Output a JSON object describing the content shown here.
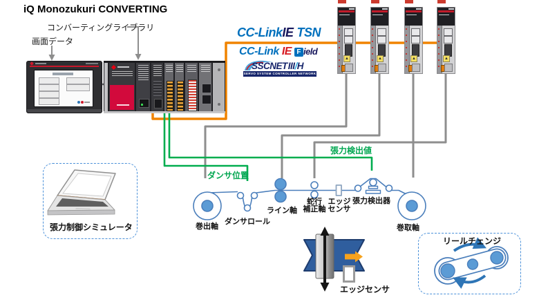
{
  "title": "iQ Monozukuri CONVERTING",
  "callouts": {
    "library": "コンバーティングライブラリ",
    "screen_data": "画面データ"
  },
  "networks": {
    "tsn": {
      "cclink": "CC-Link",
      "ie": "IE",
      "tsn": "TSN"
    },
    "field": {
      "cclink": "CC-Link",
      "ie": "IE",
      "f": "F",
      "ield": "ield"
    },
    "sscnet": {
      "name": "SSCNET",
      "g1": "III",
      "slash": "/",
      "g2": "H",
      "tagline": "SERVO SYSTEM CONTROLLER NETWORK"
    }
  },
  "signals": {
    "dancer_position": "ダンサ位置",
    "tension_value": "張力検出値"
  },
  "machine": {
    "unwind": "巻出軸",
    "dancer_roll": "ダンサロール",
    "line_shaft": "ライン軸",
    "meander_l1": "蛇行",
    "meander_l2": "補正軸",
    "edge_l1": "エッジ",
    "edge_l2": "センサ",
    "tension_detector": "張力検出器",
    "rewind": "巻取軸"
  },
  "simulator_label": "張力制御シミュレータ",
  "reel_change_label": "リールチェンジ",
  "edge_sensor_label": "エッジセンサ",
  "colors": {
    "signal_green": "#00a650",
    "network_orange": "#f08300",
    "cable_gray": "#8e8e8e",
    "machine_blue": "#4a7ebb",
    "roll_fill": "#5b9bd5",
    "cclink_blue": "#0070bd",
    "ie_navy": "#16165c",
    "ie_red": "#d71920",
    "power_red": "#d20a3c",
    "web_blue": "#2f5e9e"
  }
}
